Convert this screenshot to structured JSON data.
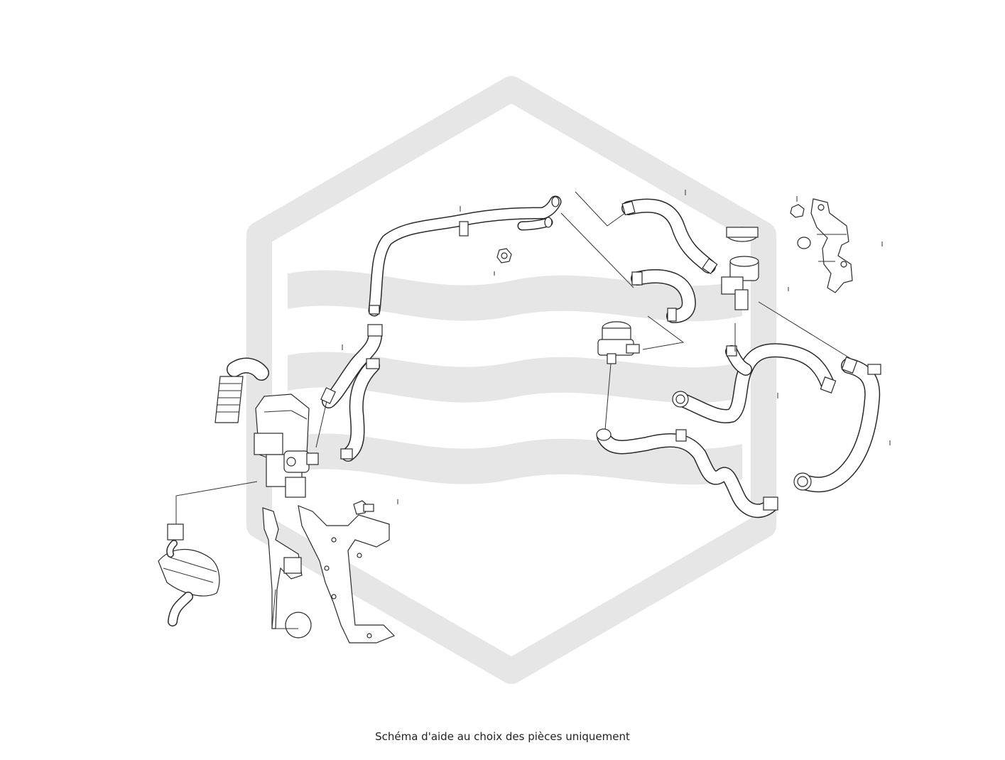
{
  "watermark": {
    "name": "hexagon-logo-watermark",
    "color": "#e6e6e6"
  },
  "diagram": {
    "name": "heater-coolant-hoses-exploded-view",
    "line_color": "#2a2a2a"
  },
  "caption": {
    "text": "Schéma d'aide au choix des pièces uniquement"
  }
}
